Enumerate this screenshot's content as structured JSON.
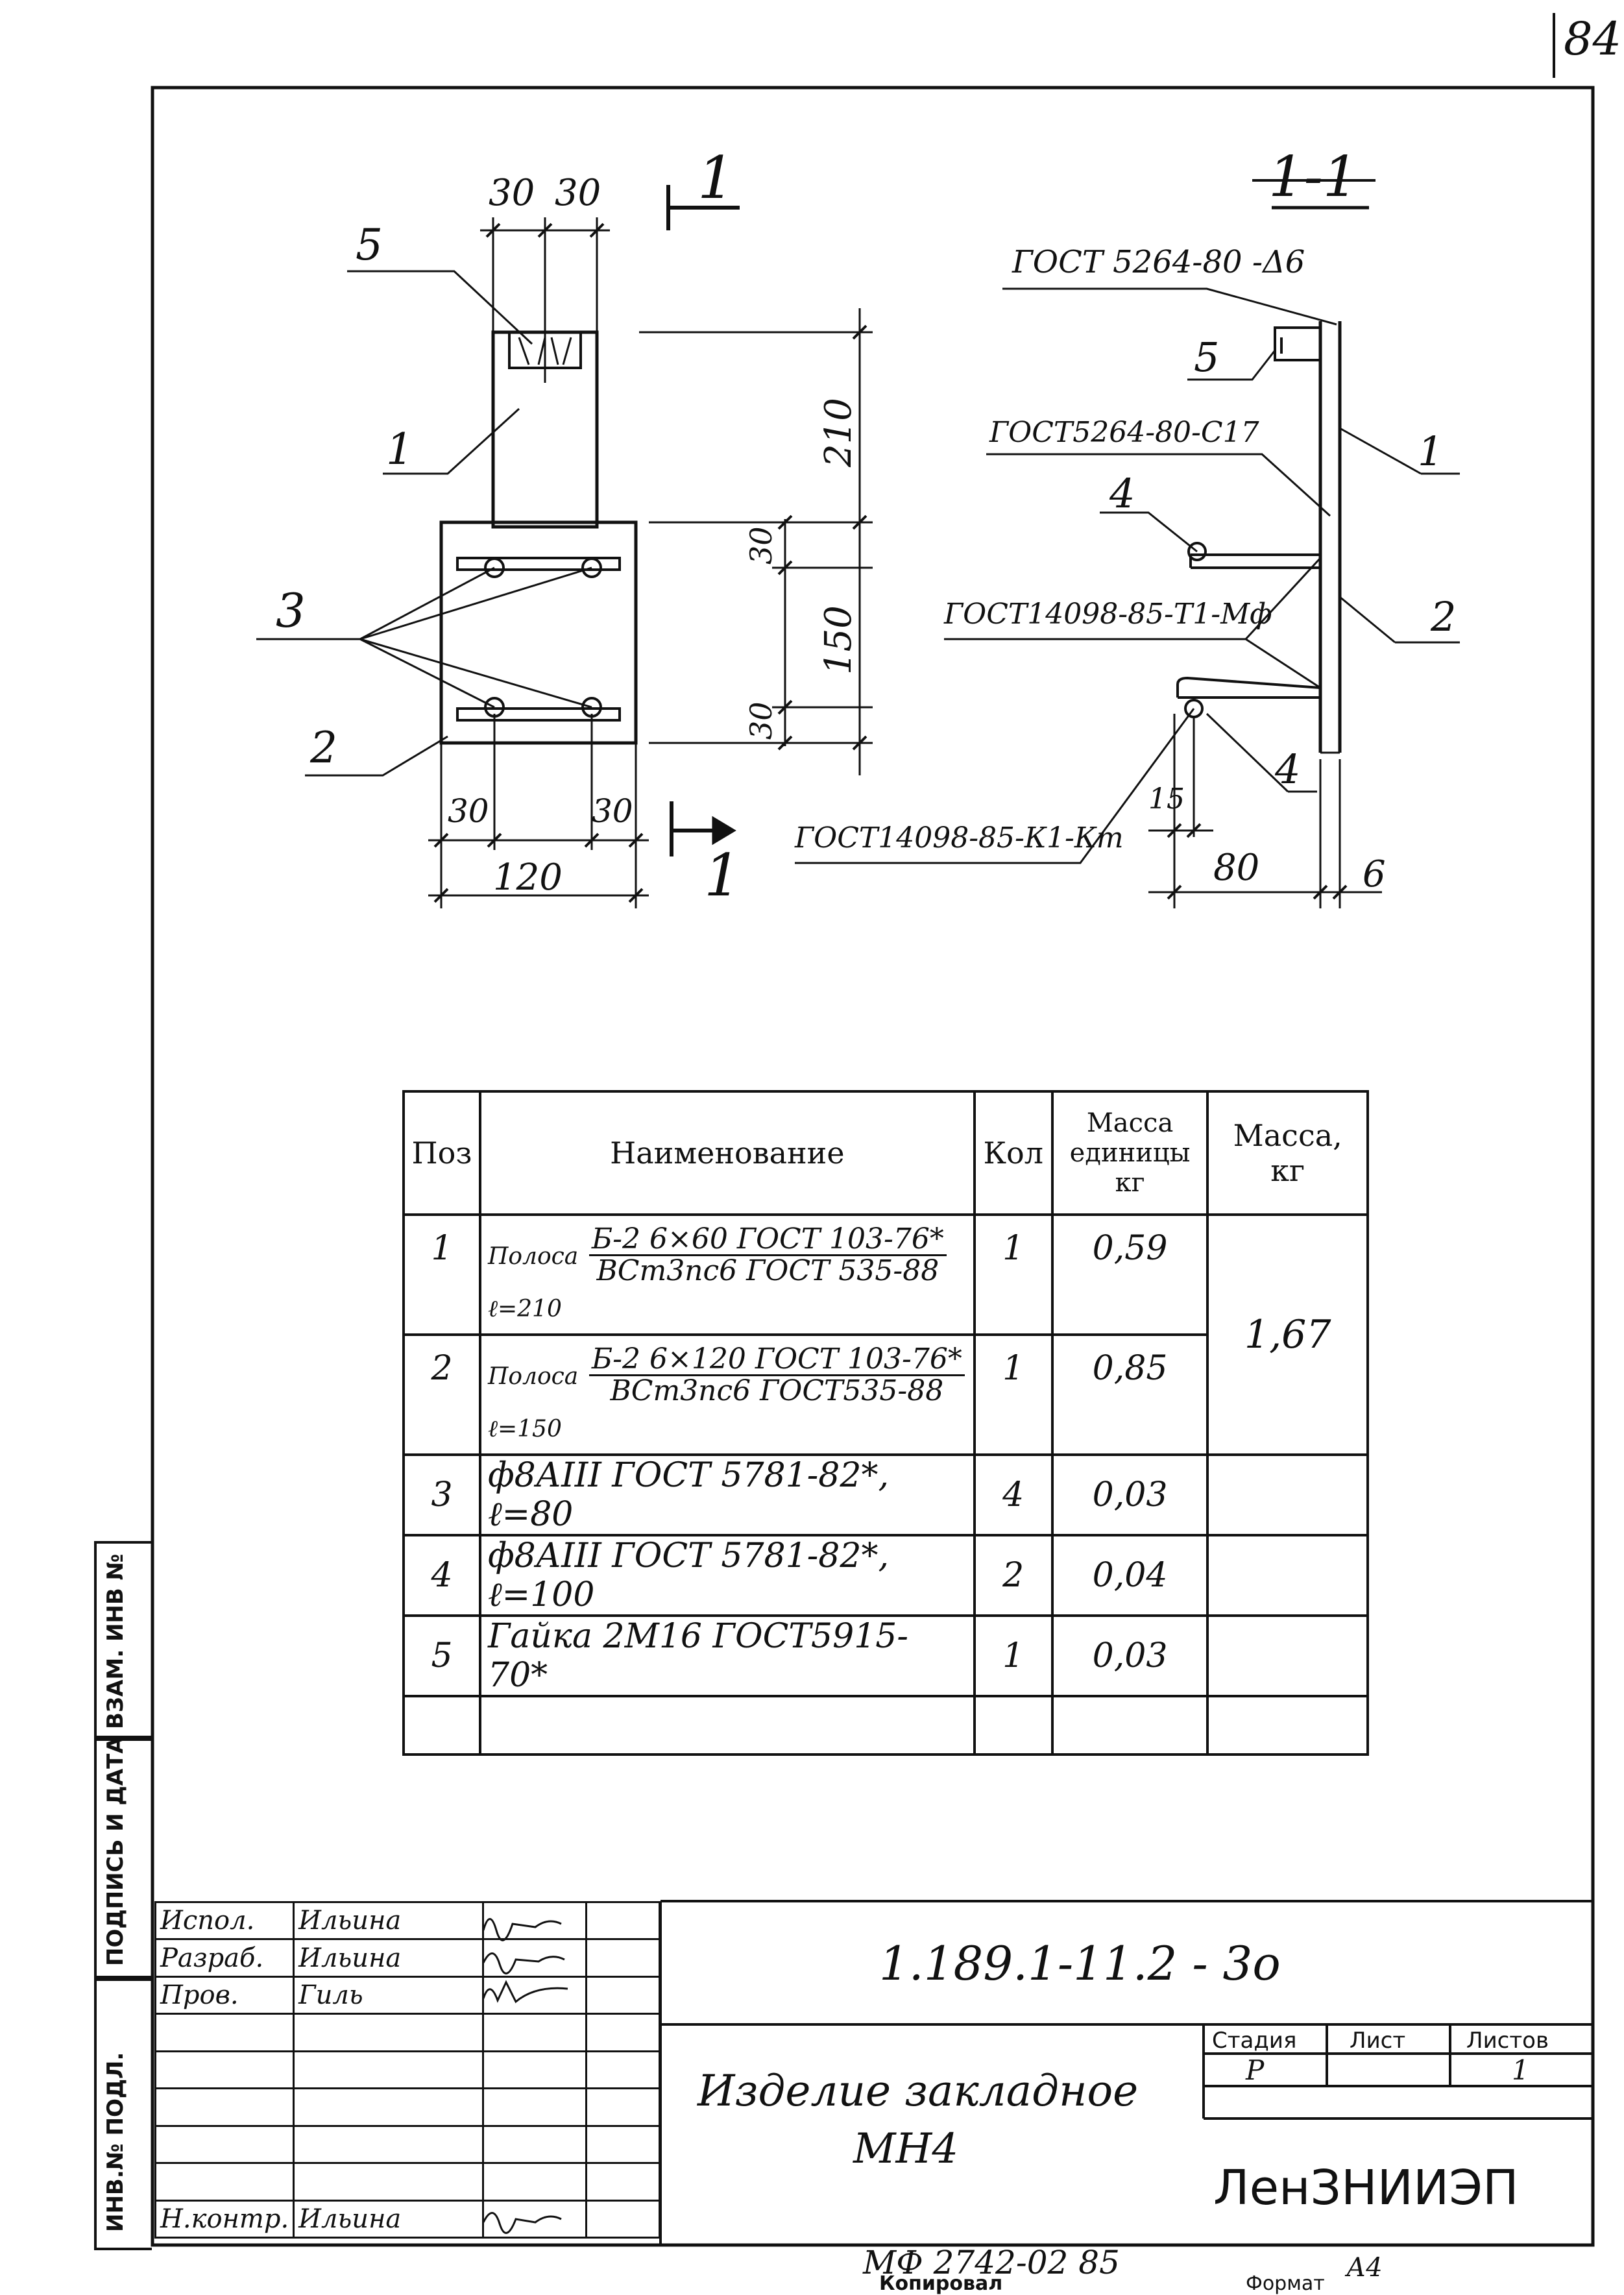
{
  "sheet_corner": "84",
  "drawing": {
    "section_mark": "1",
    "section_title": "1-1",
    "front_dims": {
      "w_left": "30",
      "w_right": "30",
      "h_top": "210",
      "h_30_top": "30",
      "h_150": "150",
      "h_30_bot": "30",
      "b_left": "30",
      "b_right": "30",
      "b_total": "120"
    },
    "front_pos": {
      "p5": "5",
      "p1": "1",
      "p3": "3",
      "p2": "2"
    },
    "side": {
      "gost_top": "ГОСТ 5264-80 -Δ6",
      "gost_mid": "ГОСТ5264-80-С17",
      "gost_t1": "ГОСТ14098-85-Т1-Мф",
      "gost_k1": "ГОСТ14098-85-К1-Кт",
      "p5": "5",
      "p1": "1",
      "p4_top": "4",
      "p2": "2",
      "p4_bot": "4",
      "d15": "15",
      "d80": "80",
      "d6": "6"
    }
  },
  "spec": {
    "headers": {
      "pos": "Поз",
      "name": "Наименование",
      "qty": "Кол",
      "unit_mass": "Масса единицы кг",
      "mass": "Масса, кг"
    },
    "rows": [
      {
        "pos": "1",
        "prefix": "Полоса",
        "num": "Б-2 6×60 ГОСТ 103-76*",
        "den": "ВСт3пс6 ГОСТ 535-88",
        "suffix": "ℓ=210",
        "qty": "1",
        "unit_mass": "0,59"
      },
      {
        "pos": "2",
        "prefix": "Полоса",
        "num": "Б-2 6×120 ГОСТ 103-76*",
        "den": "ВСт3пс6 ГОСТ535-88",
        "suffix": "ℓ=150",
        "qty": "1",
        "unit_mass": "0,85"
      },
      {
        "pos": "3",
        "name": "ф8АIII ГОСТ 5781-82*, ℓ=80",
        "qty": "4",
        "unit_mass": "0,03"
      },
      {
        "pos": "4",
        "name": "ф8АIII ГОСТ 5781-82*, ℓ=100",
        "qty": "2",
        "unit_mass": "0,04"
      },
      {
        "pos": "5",
        "name": "Гайка 2М16 ГОСТ5915-70*",
        "qty": "1",
        "unit_mass": "0,03"
      }
    ],
    "total_mass": "1,67"
  },
  "side_stamp": {
    "inv_vzam": "ВЗАМ. ИНВ №",
    "sign_date": "ПОДПИСЬ И ДАТА",
    "inv_podl": "ИНВ.№ ПОДЛ."
  },
  "title_block": {
    "people": [
      {
        "role": "Испол.",
        "name": "Ильина"
      },
      {
        "role": "Разраб.",
        "name": "Ильина"
      },
      {
        "role": "Пров.",
        "name": "Гиль"
      },
      {
        "role": "",
        "name": ""
      },
      {
        "role": "",
        "name": ""
      },
      {
        "role": "",
        "name": ""
      },
      {
        "role": "",
        "name": ""
      },
      {
        "role": "",
        "name": ""
      },
      {
        "role": "Н.контр.",
        "name": "Ильина"
      }
    ],
    "designation": "1.189.1-11.2 - 3о",
    "title_line1": "Изделие закладное",
    "title_line2": "МН4",
    "stage_hdr": "Стадия",
    "sheet_hdr": "Лист",
    "sheets_hdr": "Листов",
    "stage": "Р",
    "sheet": "",
    "sheets": "1",
    "org": "ЛенЗНИИЭП"
  },
  "footer": {
    "code": "МФ 2742-02 85",
    "copied": "Копировал",
    "format_label": "Формат",
    "format": "А4"
  }
}
